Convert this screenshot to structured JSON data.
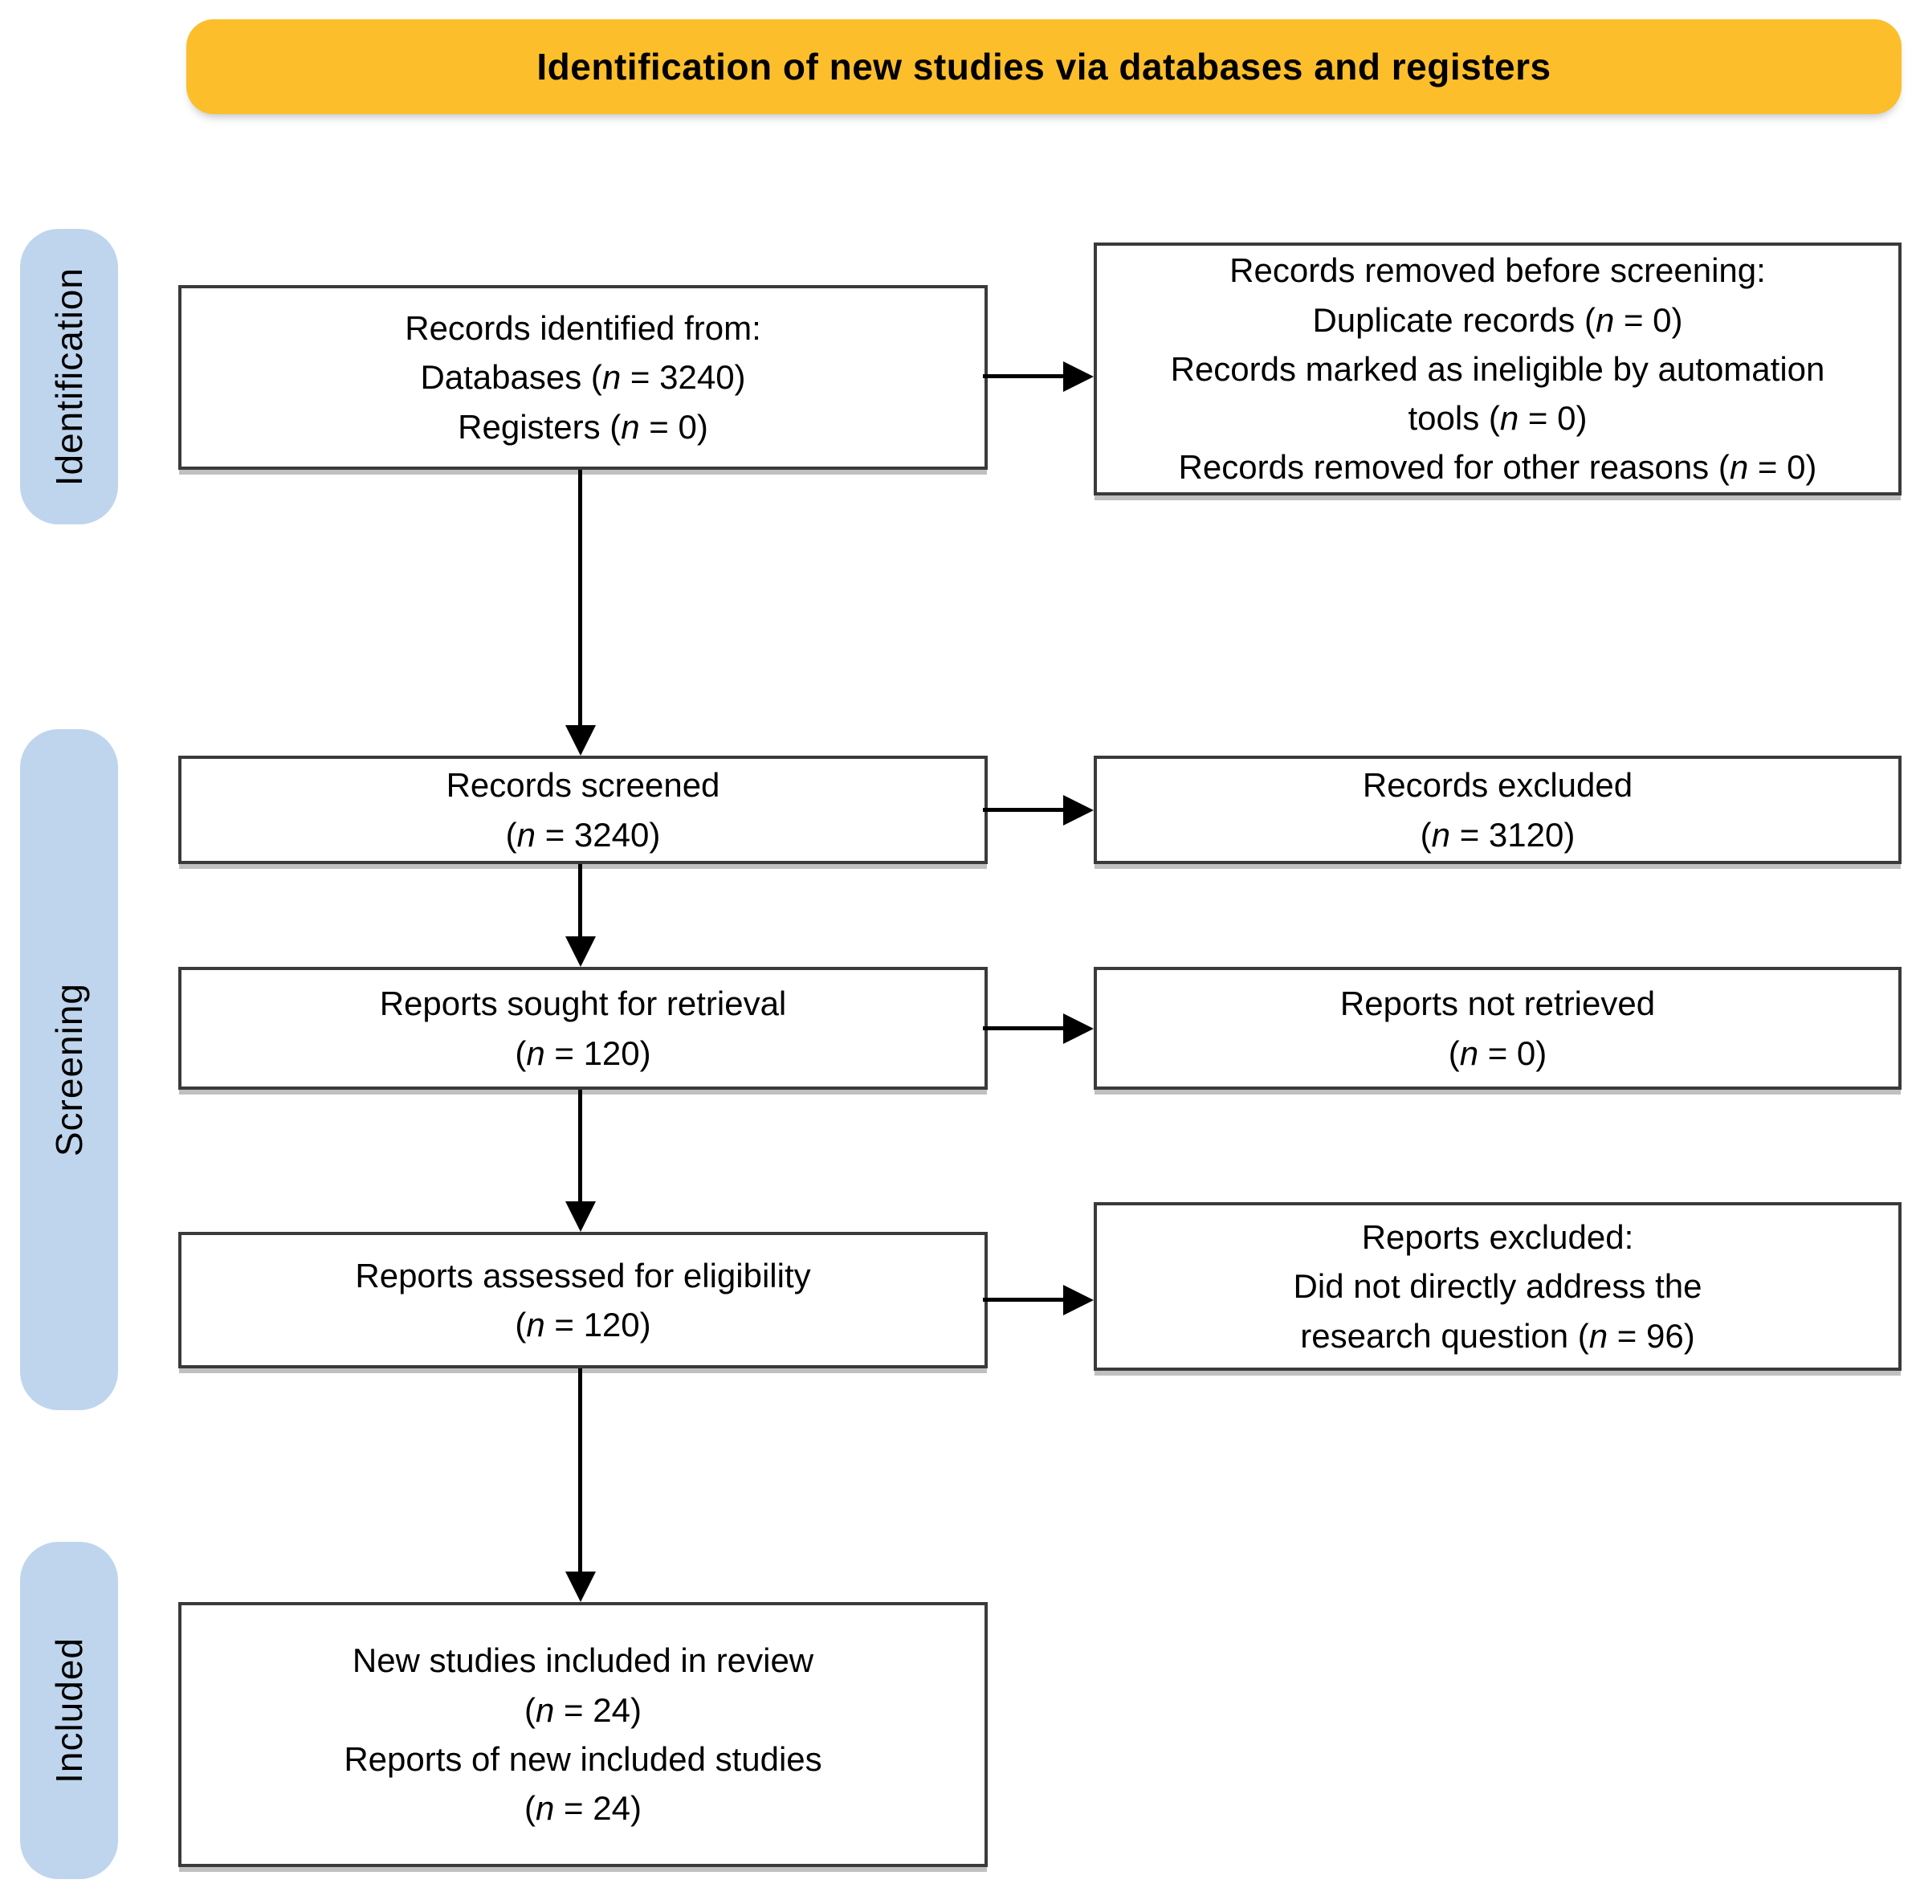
{
  "banner": {
    "title": "Identification of new studies via databases and registers"
  },
  "stages": [
    {
      "label": "Identification"
    },
    {
      "label": "Screening"
    },
    {
      "label": "Included"
    }
  ],
  "boxes": {
    "records_identified": {
      "lines": [
        "Records identified from:",
        "Databases (n = 3240)",
        "Registers (n = 0)"
      ]
    },
    "records_removed": {
      "lines": [
        "Records removed before screening:",
        "Duplicate records (n = 0)",
        "Records marked as ineligible by automation",
        "tools (n = 0)",
        "Records removed for other reasons (n = 0)"
      ]
    },
    "records_screened": {
      "lines": [
        "Records screened",
        "(n = 3240)"
      ]
    },
    "records_excluded": {
      "lines": [
        "Records excluded",
        "(n = 3120)"
      ]
    },
    "reports_sought": {
      "lines": [
        "Reports sought for retrieval",
        "(n = 120)"
      ]
    },
    "reports_not_retrieved": {
      "lines": [
        "Reports not retrieved",
        "(n = 0)"
      ]
    },
    "reports_assessed": {
      "lines": [
        "Reports assessed for eligibility",
        "(n = 120)"
      ]
    },
    "reports_excluded": {
      "lines": [
        "Reports excluded:",
        "Did not directly address the",
        "research question (n = 96)"
      ]
    },
    "new_studies_included": {
      "lines": [
        "New studies included in review",
        "(n = 24)",
        "Reports of new included studies",
        "(n = 24)"
      ]
    }
  },
  "colors": {
    "banner_bg": "#FDBE2B",
    "stage_bg": "#BFD5EE",
    "box_border": "#3A3A3A",
    "arrow": "#000000"
  }
}
